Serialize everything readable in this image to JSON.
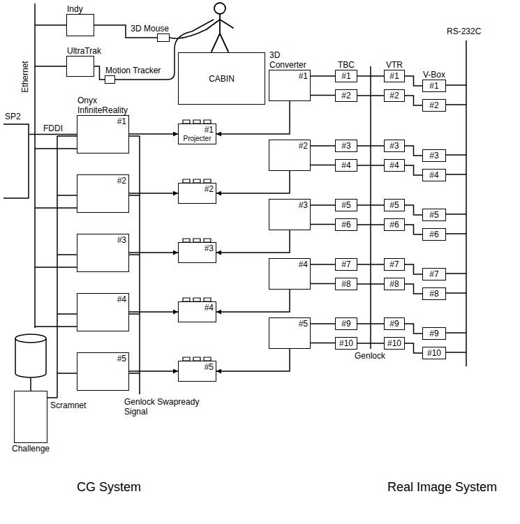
{
  "diagram": {
    "nodes": [
      {
        "text": [
          "Indy"
        ]
      },
      {
        "text": [
          "3D Mouse"
        ]
      },
      {
        "text": [
          "UltraTrak"
        ]
      },
      {
        "text": [
          "Motion Tracker"
        ]
      },
      {
        "text": [
          "CABIN"
        ]
      },
      {
        "text": [
          "SP2"
        ]
      },
      {
        "text": [
          "Onyx InfiniteReality",
          "#1"
        ]
      },
      {
        "text": [
          "#2"
        ]
      },
      {
        "text": [
          "#3"
        ]
      },
      {
        "text": [
          "#4"
        ]
      },
      {
        "text": [
          "#5"
        ]
      },
      {
        "text": [
          "#1",
          "Projecter"
        ]
      },
      {
        "text": [
          "#2"
        ]
      },
      {
        "text": [
          "#3"
        ]
      },
      {
        "text": [
          "#4"
        ]
      },
      {
        "text": [
          "#5"
        ]
      },
      {
        "text": [
          "3D Converter",
          "#1"
        ]
      },
      {
        "text": [
          "#2"
        ]
      },
      {
        "text": [
          "#3"
        ]
      },
      {
        "text": [
          "#4"
        ]
      },
      {
        "text": [
          "#5"
        ]
      },
      {
        "text": [
          "TBC",
          "#1"
        ]
      },
      {
        "text": [
          "#2"
        ]
      },
      {
        "text": [
          "#3"
        ]
      },
      {
        "text": [
          "#4"
        ]
      },
      {
        "text": [
          "#5"
        ]
      },
      {
        "text": [
          "#6"
        ]
      },
      {
        "text": [
          "#7"
        ]
      },
      {
        "text": [
          "#8"
        ]
      },
      {
        "text": [
          "#9"
        ]
      },
      {
        "text": [
          "#10"
        ]
      },
      {
        "text": [
          "VTR",
          "#1"
        ]
      },
      {
        "text": [
          "#2"
        ]
      },
      {
        "text": [
          "#3"
        ]
      },
      {
        "text": [
          "#4"
        ]
      },
      {
        "text": [
          "#5"
        ]
      },
      {
        "text": [
          "#6"
        ]
      },
      {
        "text": [
          "#7"
        ]
      },
      {
        "text": [
          "#8"
        ]
      },
      {
        "text": [
          "#9"
        ]
      },
      {
        "text": [
          "#10"
        ]
      },
      {
        "text": [
          "V-Box",
          "#1"
        ]
      },
      {
        "text": [
          "#2"
        ]
      },
      {
        "text": [
          "#3"
        ]
      },
      {
        "text": [
          "#4"
        ]
      },
      {
        "text": [
          "#5"
        ]
      },
      {
        "text": [
          "#6"
        ]
      },
      {
        "text": [
          "#7"
        ]
      },
      {
        "text": [
          "#8"
        ]
      },
      {
        "text": [
          "#9"
        ]
      },
      {
        "text": [
          "#10"
        ]
      },
      {
        "text": [
          "Challenge"
        ]
      }
    ],
    "edges": [
      {
        "from": 0,
        "to": 1,
        "arrow": "none"
      },
      {
        "from": 2,
        "to": 3,
        "arrow": "none"
      },
      {
        "from": 5,
        "to": 6,
        "arrow": "none",
        "label": "FDDI"
      },
      {
        "from": 6,
        "to": 11,
        "arrow": "to"
      },
      {
        "from": 7,
        "to": 12,
        "arrow": "to"
      },
      {
        "from": 8,
        "to": 13,
        "arrow": "to"
      },
      {
        "from": 9,
        "to": 14,
        "arrow": "to"
      },
      {
        "from": 10,
        "to": 15,
        "arrow": "to"
      },
      {
        "from": 16,
        "to": 11,
        "arrow": "to"
      },
      {
        "from": 17,
        "to": 12,
        "arrow": "to"
      },
      {
        "from": 18,
        "to": 13,
        "arrow": "to"
      },
      {
        "from": 19,
        "to": 14,
        "arrow": "to"
      },
      {
        "from": 20,
        "to": 15,
        "arrow": "to"
      },
      {
        "from": 16,
        "to": 21,
        "arrow": "none"
      },
      {
        "from": 16,
        "to": 22,
        "arrow": "none"
      },
      {
        "from": 17,
        "to": 23,
        "arrow": "none"
      },
      {
        "from": 17,
        "to": 24,
        "arrow": "none"
      },
      {
        "from": 18,
        "to": 25,
        "arrow": "none"
      },
      {
        "from": 18,
        "to": 26,
        "arrow": "none"
      },
      {
        "from": 19,
        "to": 27,
        "arrow": "none"
      },
      {
        "from": 19,
        "to": 28,
        "arrow": "none"
      },
      {
        "from": 20,
        "to": 29,
        "arrow": "none"
      },
      {
        "from": 20,
        "to": 30,
        "arrow": "none"
      },
      {
        "from": 21,
        "to": 31,
        "arrow": "none"
      },
      {
        "from": 22,
        "to": 32,
        "arrow": "none"
      },
      {
        "from": 23,
        "to": 33,
        "arrow": "none"
      },
      {
        "from": 24,
        "to": 34,
        "arrow": "none"
      },
      {
        "from": 25,
        "to": 35,
        "arrow": "none"
      },
      {
        "from": 26,
        "to": 36,
        "arrow": "none"
      },
      {
        "from": 27,
        "to": 37,
        "arrow": "none"
      },
      {
        "from": 28,
        "to": 38,
        "arrow": "none"
      },
      {
        "from": 29,
        "to": 39,
        "arrow": "none"
      },
      {
        "from": 30,
        "to": 40,
        "arrow": "none"
      },
      {
        "from": 31,
        "to": 41,
        "arrow": "none"
      },
      {
        "from": 32,
        "to": 42,
        "arrow": "none"
      },
      {
        "from": 33,
        "to": 43,
        "arrow": "none"
      },
      {
        "from": 34,
        "to": 44,
        "arrow": "none"
      },
      {
        "from": 35,
        "to": 45,
        "arrow": "none"
      },
      {
        "from": 36,
        "to": 46,
        "arrow": "none"
      },
      {
        "from": 37,
        "to": 47,
        "arrow": "none"
      },
      {
        "from": 38,
        "to": 48,
        "arrow": "none"
      },
      {
        "from": 39,
        "to": 49,
        "arrow": "none"
      },
      {
        "from": 40,
        "to": 50,
        "arrow": "none"
      }
    ],
    "labels": [
      "Ethernet",
      "Scramnet",
      "Genlock Swapready Signal",
      "Genlock",
      "RS-232C",
      "CG System",
      "Real Image System"
    ]
  }
}
